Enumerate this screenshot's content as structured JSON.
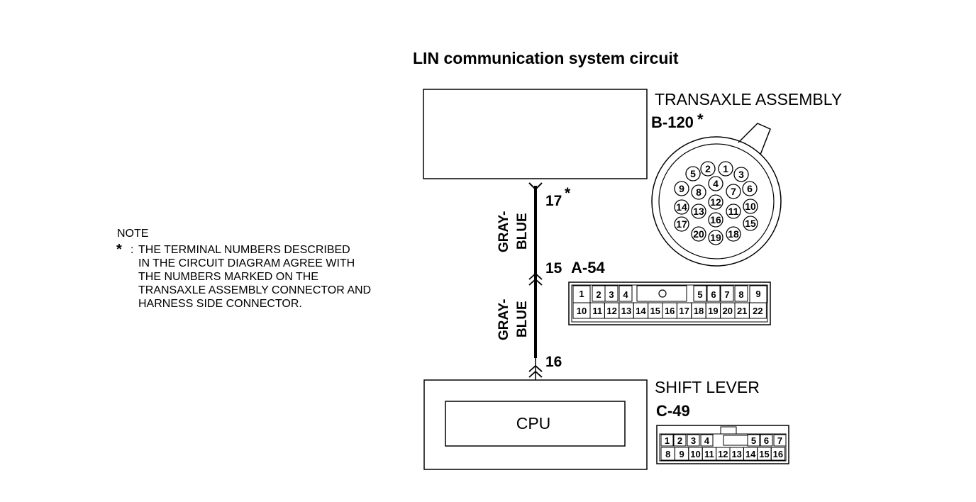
{
  "title": "LIN communication system circuit",
  "transaxle": {
    "name": "TRANSAXLE ASSEMBLY",
    "connector": "B-120",
    "asterisk": "*",
    "terminal": "17",
    "terminal_asterisk": "*",
    "round_pins": [
      "1",
      "2",
      "3",
      "4",
      "5",
      "6",
      "7",
      "8",
      "9",
      "10",
      "11",
      "12",
      "13",
      "14",
      "15",
      "16",
      "17",
      "18",
      "19",
      "20"
    ]
  },
  "wires": {
    "upper": {
      "color1": "GRAY-",
      "color2": "BLUE"
    },
    "lower": {
      "color1": "GRAY-",
      "color2": "BLUE"
    }
  },
  "junction": {
    "terminal_in": "15",
    "connector": "A-54",
    "terminal_out": "16",
    "pins_top": [
      "1",
      "2",
      "3",
      "4",
      "5",
      "6",
      "7",
      "8",
      "9"
    ],
    "pins_bottom": [
      "10",
      "11",
      "12",
      "13",
      "14",
      "15",
      "16",
      "17",
      "18",
      "19",
      "20",
      "21",
      "22"
    ]
  },
  "shift_lever": {
    "name": "SHIFT LEVER",
    "connector": "C-49",
    "cpu": "CPU",
    "pins_top": [
      "1",
      "2",
      "3",
      "4",
      "5",
      "6",
      "7"
    ],
    "pins_bottom": [
      "8",
      "9",
      "10",
      "11",
      "12",
      "13",
      "14",
      "15",
      "16"
    ]
  },
  "note": {
    "heading": "NOTE",
    "marker": "*",
    "colon": ":",
    "lines": [
      "THE TERMINAL NUMBERS DESCRIBED",
      "IN THE CIRCUIT DIAGRAM AGREE WITH",
      "THE NUMBERS MARKED ON THE",
      "TRANSAXLE ASSEMBLY CONNECTOR AND",
      "HARNESS SIDE CONNECTOR."
    ]
  }
}
